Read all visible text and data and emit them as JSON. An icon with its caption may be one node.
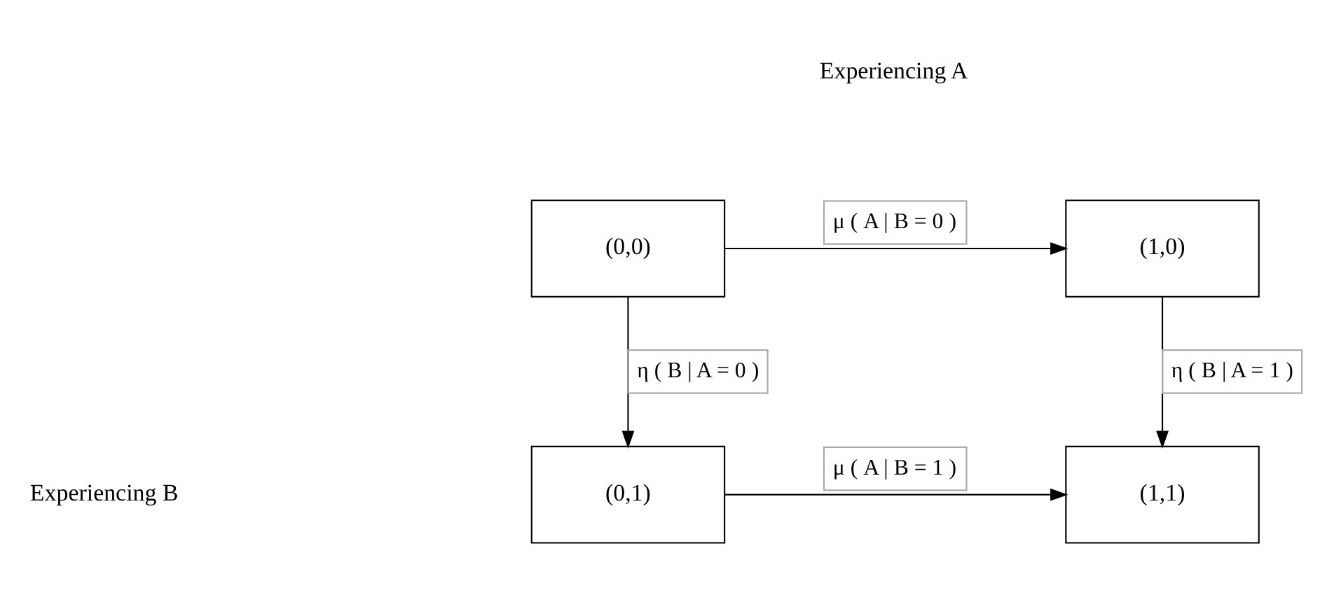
{
  "diagram": {
    "nodes": [
      {
        "text": [
          "(0,0)"
        ]
      },
      {
        "text": [
          "(1,0)"
        ]
      },
      {
        "text": [
          "(0,1)"
        ]
      },
      {
        "text": [
          "(1,1)"
        ]
      }
    ],
    "edges": [
      {
        "from": 0,
        "to": 1,
        "arrow": "to",
        "label": "μ ( A | B = 0 )"
      },
      {
        "from": 0,
        "to": 2,
        "arrow": "to",
        "label": "η ( B | A = 0 )"
      },
      {
        "from": 1,
        "to": 3,
        "arrow": "to",
        "label": "η ( B | A = 1 )"
      },
      {
        "from": 2,
        "to": 3,
        "arrow": "to",
        "label": "μ ( A | B = 1 )"
      }
    ],
    "labels": [
      "Experiencing A",
      "Experiencing B"
    ]
  }
}
